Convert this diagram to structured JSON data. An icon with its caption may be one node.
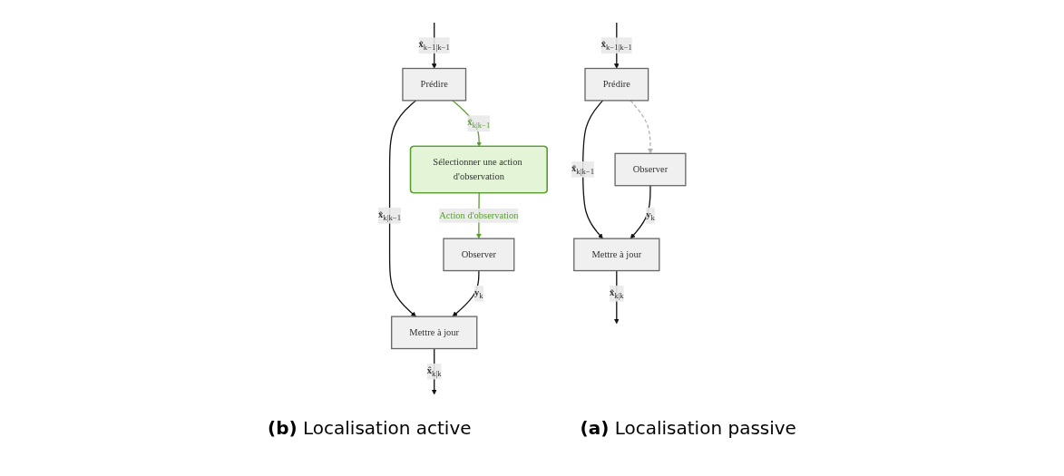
{
  "diagram": {
    "nodes": [
      {
        "text": [
          "Prédire"
        ]
      },
      {
        "text": [
          "Observer"
        ]
      },
      {
        "text": [
          "Mettre à jour"
        ]
      },
      {
        "text": [
          "Prédire"
        ]
      },
      {
        "text": [
          "Sélectionner une action d'observation"
        ]
      },
      {
        "text": [
          "Observer"
        ]
      },
      {
        "text": [
          "Mettre à jour"
        ]
      }
    ],
    "edges": [
      {
        "from": null,
        "to": 0,
        "arrow": "to",
        "label": "**x̂**$_{k−1|k−1}$"
      },
      {
        "from": 0,
        "to": 2,
        "arrow": "to",
        "label": "**x̂**$_{k|k−1}$"
      },
      {
        "from": 0,
        "to": 1,
        "arrow": "to",
        "style": "dashed",
        "color": "#b3b3b3"
      },
      {
        "from": 1,
        "to": 2,
        "arrow": "to",
        "label": "**y**$_{k}$"
      },
      {
        "from": 2,
        "to": null,
        "arrow": "to",
        "label": "**x̂**$_{k|k}$"
      },
      {
        "from": null,
        "to": 3,
        "arrow": "to",
        "label": "**x̂**$_{k−1|k−1}$"
      },
      {
        "from": 3,
        "to": 6,
        "arrow": "to",
        "label": "**x̂**$_{k|k−1}$"
      },
      {
        "from": 3,
        "to": 4,
        "arrow": "to",
        "label": "**x̂**$_{k|k−1}$",
        "color": "#5a9e32"
      },
      {
        "from": 4,
        "to": 5,
        "arrow": "to",
        "label": "Action d'observation",
        "color": "#5a9e32"
      },
      {
        "from": 5,
        "to": 6,
        "arrow": "to",
        "label": "**y**$_{k}$"
      },
      {
        "from": 6,
        "to": null,
        "arrow": "to",
        "label": "**x̂**$_{k|k}$"
      }
    ],
    "labels": [
      "**(a)** Localisation passive",
      "**(b)** Localisation active"
    ]
  }
}
